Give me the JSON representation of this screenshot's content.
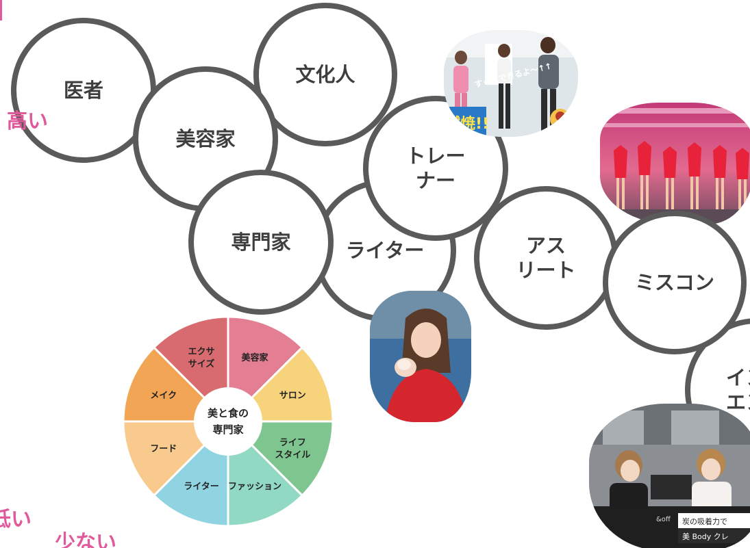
{
  "axis": {
    "high": "高い",
    "low": "低い",
    "few": "少ない"
  },
  "circles": {
    "doctor": "医者",
    "culture": "文化人",
    "beautician": "美容家",
    "trainer": "トレー\nナー",
    "specialist": "専門家",
    "writer": "ライター",
    "athlete": "アス\nリート",
    "miscon": "ミスコン",
    "influencer": "イン\nエン"
  },
  "photos": {
    "exercise_caption": "すぐにできるよ〜↑↑",
    "burn_caption": "燃焼!!",
    "store_sign": "炭の吸着力で",
    "store_sign2": "美 Body クレ",
    "store_brand": "&off"
  },
  "wheel": {
    "center_line1": "美と食の",
    "center_line2": "専門家",
    "segments": [
      {
        "line1": "美容家",
        "line2": "",
        "color": "#e47f93"
      },
      {
        "line1": "サロン",
        "line2": "",
        "color": "#f7d37c"
      },
      {
        "line1": "ライフ",
        "line2": "スタイル",
        "color": "#7fc58f"
      },
      {
        "line1": "ファッション",
        "line2": "",
        "color": "#92d9c3"
      },
      {
        "line1": "ライター",
        "line2": "",
        "color": "#8fd4e0"
      },
      {
        "line1": "フード",
        "line2": "",
        "color": "#f8ca8d"
      },
      {
        "line1": "メイク",
        "line2": "",
        "color": "#f2a655"
      },
      {
        "line1": "エクサ",
        "line2": "サイズ",
        "color": "#d76b6f"
      }
    ]
  }
}
